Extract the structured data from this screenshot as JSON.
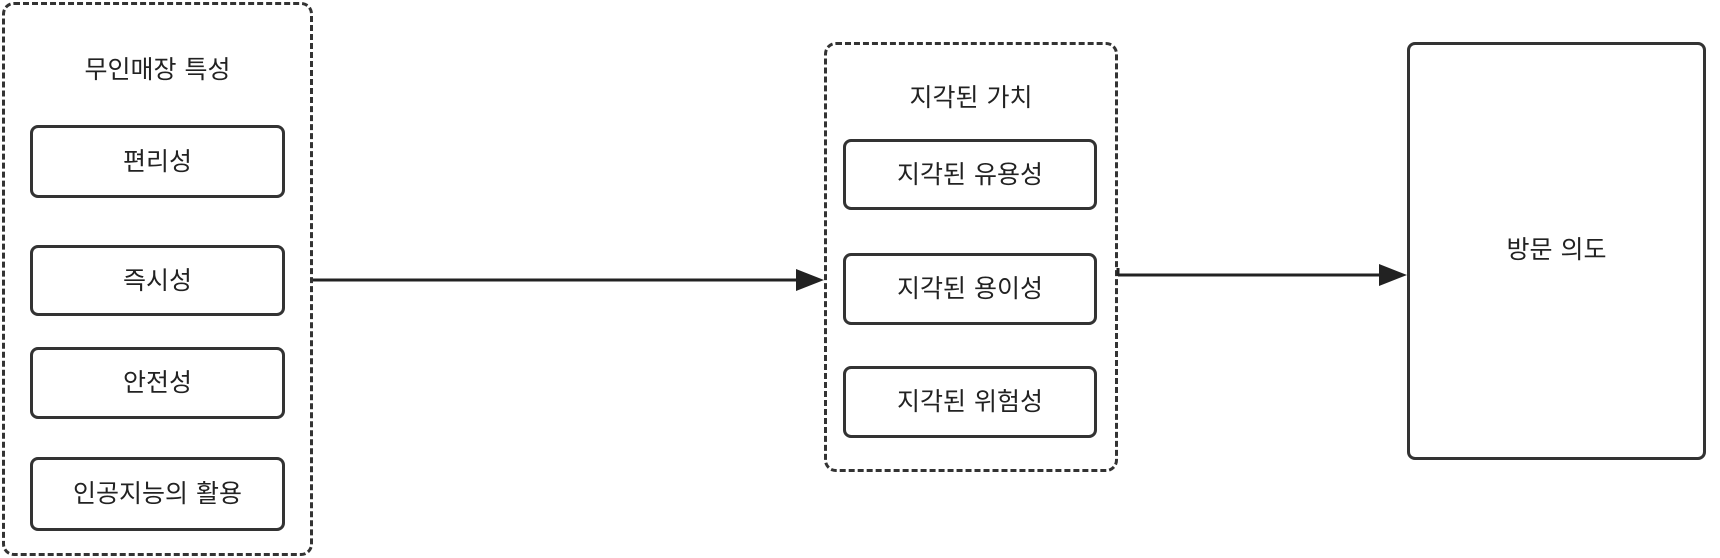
{
  "diagram": {
    "groups": {
      "store_characteristics": {
        "title": "무인매장 특성",
        "items": [
          "편리성",
          "즉시성",
          "안전성",
          "인공지능의 활용"
        ]
      },
      "perceived_value": {
        "title": "지각된 가치",
        "items": [
          "지각된 유용성",
          "지각된 용이성",
          "지각된 위험성"
        ]
      }
    },
    "outcome": {
      "label": "방문 의도"
    }
  }
}
